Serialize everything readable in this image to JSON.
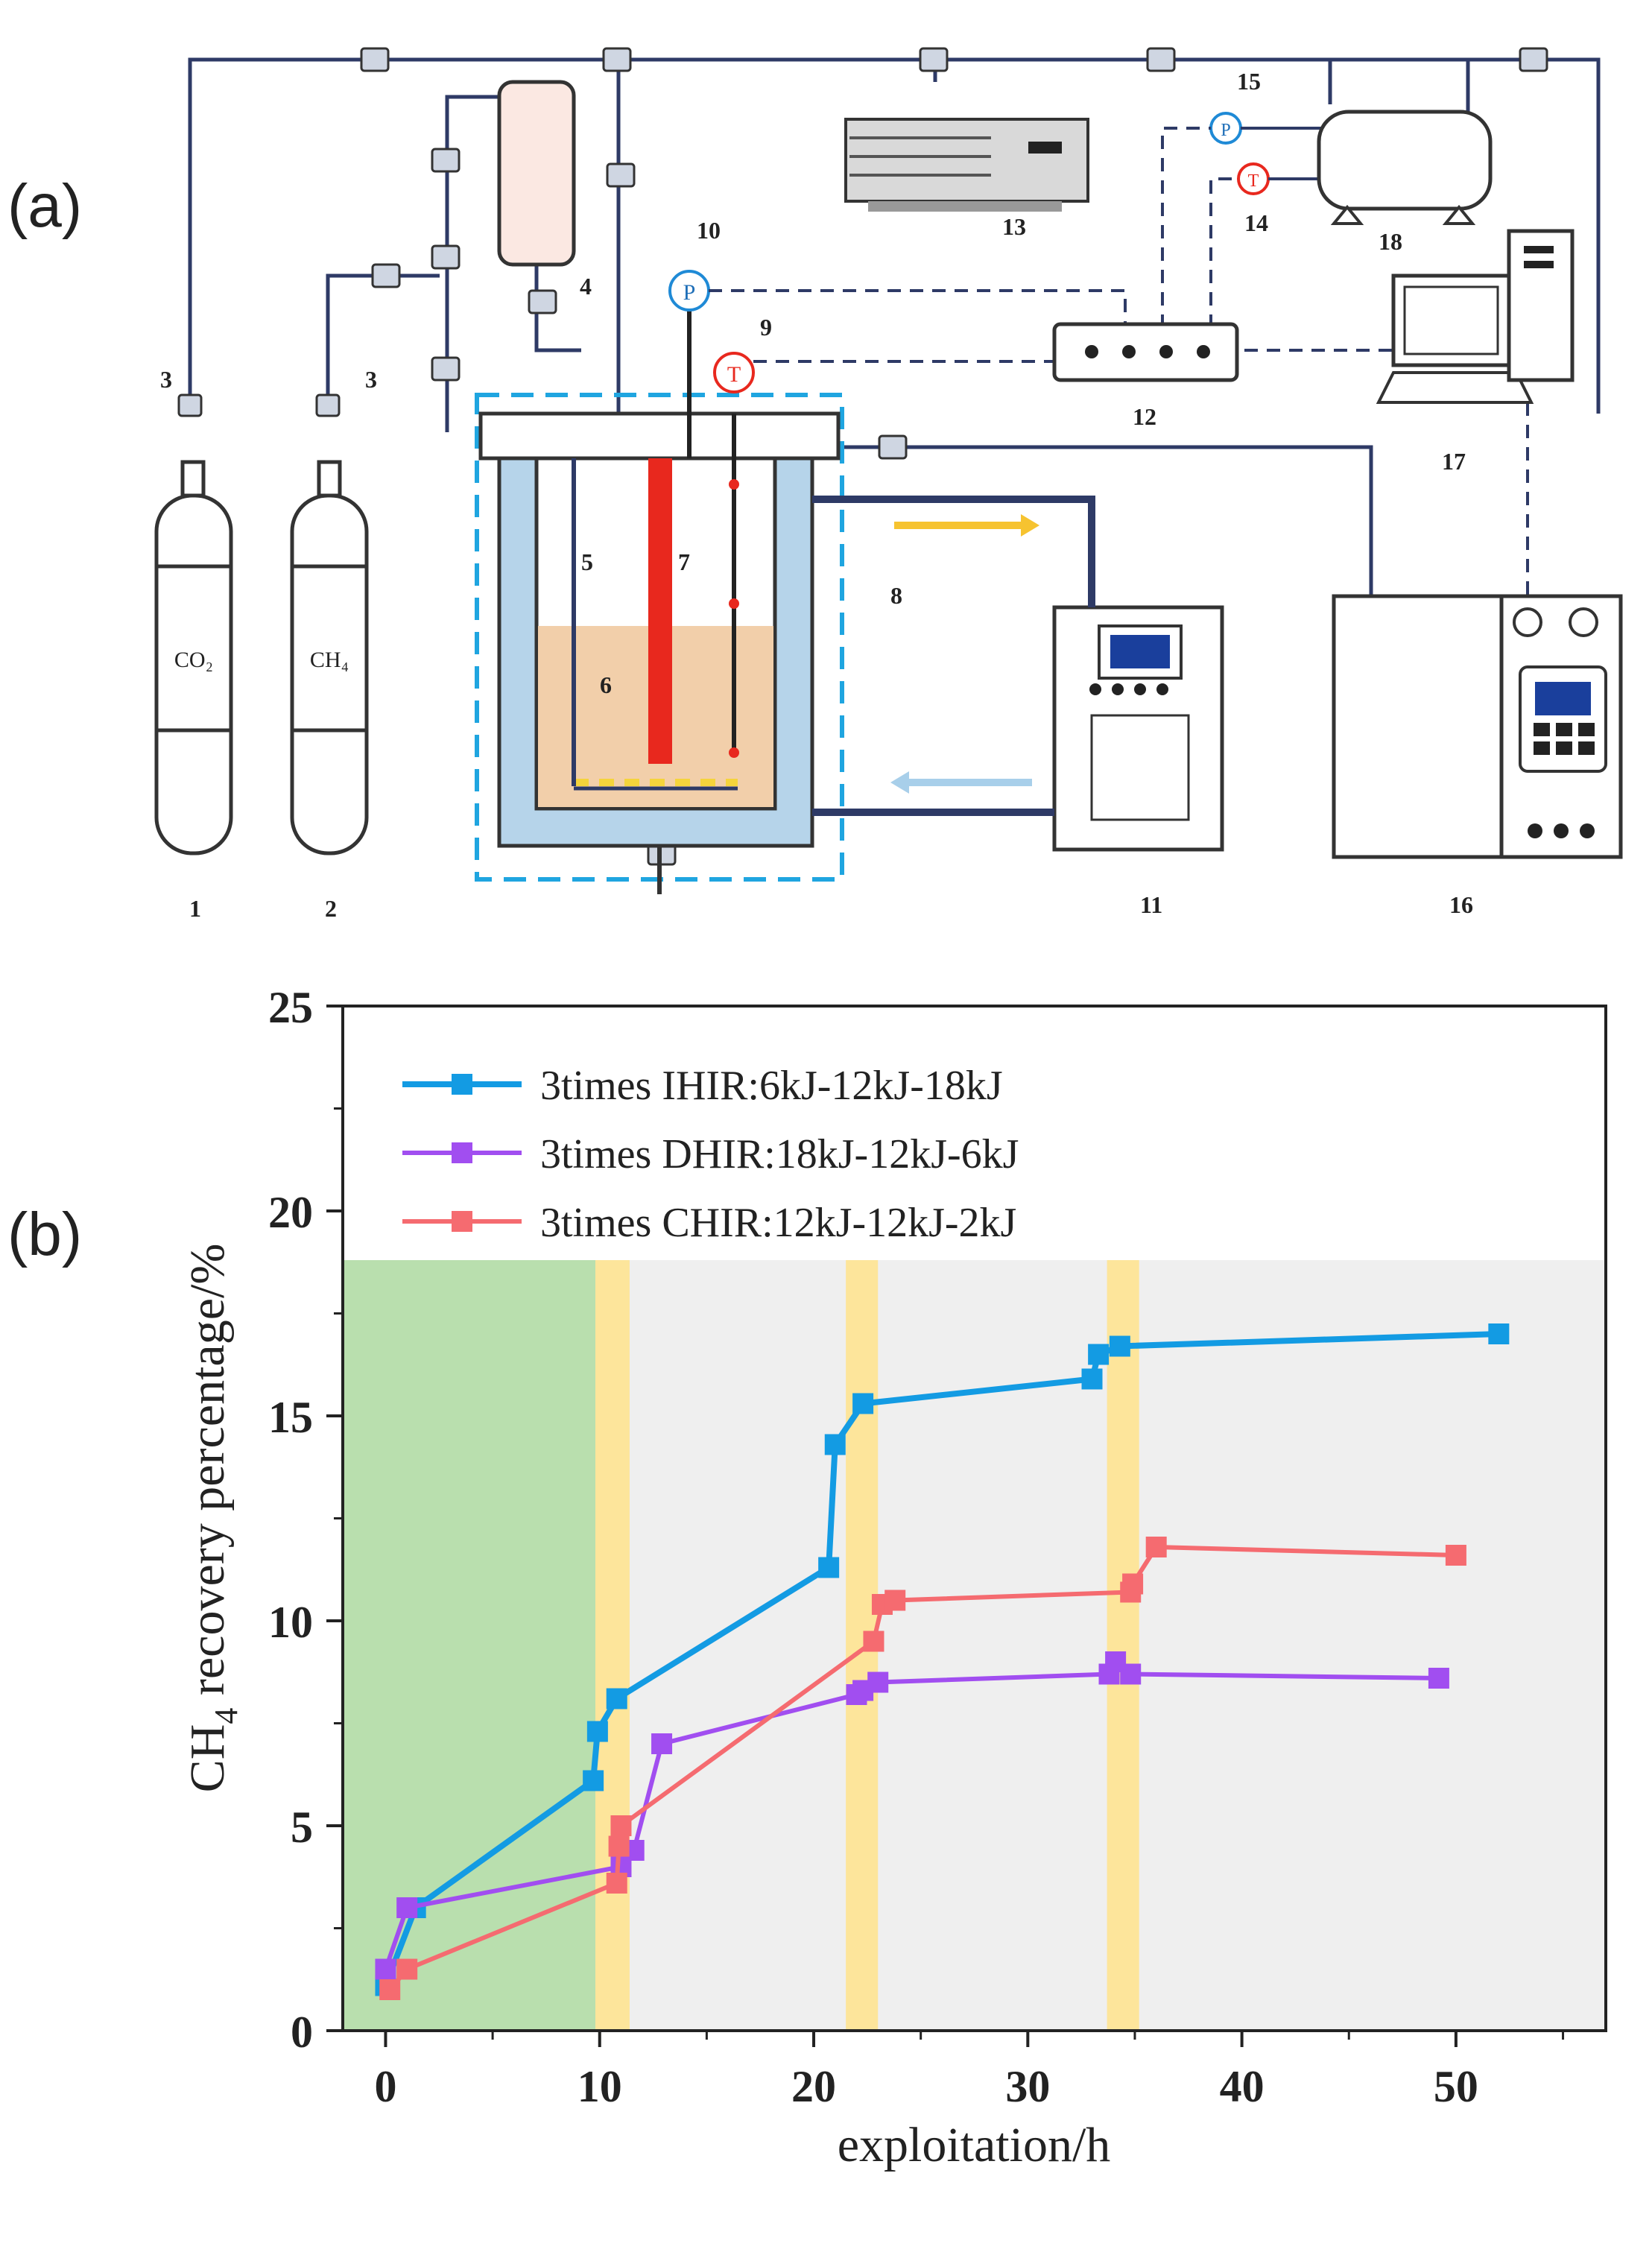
{
  "panel_a": {
    "label": "(a)",
    "cylinders": [
      {
        "id": "1",
        "gas": "CO₂"
      },
      {
        "id": "2",
        "gas": "CH₄"
      }
    ],
    "component_numbers": [
      "3",
      "3",
      "4",
      "5",
      "6",
      "7",
      "8",
      "9",
      "10",
      "11",
      "12",
      "13",
      "14",
      "15",
      "16",
      "17",
      "18"
    ],
    "sensors": {
      "pressure": "P",
      "temperature": "T"
    }
  },
  "panel_b": {
    "label": "(b)"
  },
  "chart_data": {
    "type": "line",
    "xlabel": "exploitation/h",
    "ylabel_main": "CH",
    "ylabel_sub": "4",
    "ylabel_rest": " recovery percentage/%",
    "xlim": [
      -2,
      57
    ],
    "ylim": [
      0,
      25
    ],
    "xticks": [
      0,
      10,
      20,
      30,
      40,
      50
    ],
    "yticks": [
      0,
      5,
      10,
      15,
      20,
      25
    ],
    "grid": false,
    "legend_position": "top-left",
    "background_regions": [
      {
        "x": [
          -2,
          9.8
        ],
        "y": [
          0,
          18.8
        ],
        "color": "#b9dfae"
      },
      {
        "x": [
          9.8,
          57
        ],
        "y": [
          0,
          18.8
        ],
        "color": "#efefef"
      },
      {
        "x": [
          9.8,
          11.4
        ],
        "y": [
          0,
          18.8
        ],
        "color": "#fde59b"
      },
      {
        "x": [
          21.5,
          23
        ],
        "y": [
          0,
          18.8
        ],
        "color": "#fde59b"
      },
      {
        "x": [
          33.7,
          35.2
        ],
        "y": [
          0,
          18.8
        ],
        "color": "#fde59b"
      }
    ],
    "series": [
      {
        "name": "3times IHIR:6kJ-12kJ-18kJ",
        "color": "#139be3",
        "x": [
          0,
          1.4,
          9.7,
          9.9,
          10.8,
          20.7,
          21,
          22.3,
          33,
          33.3,
          34.3,
          52
        ],
        "y": [
          1.1,
          3.0,
          6.1,
          7.3,
          8.1,
          11.3,
          14.3,
          15.3,
          15.9,
          16.5,
          16.7,
          17.0
        ]
      },
      {
        "name": "3times DHIR:18kJ-12kJ-6kJ",
        "color": "#a14ef0",
        "x": [
          0,
          1,
          11,
          11.6,
          12.9,
          22,
          22.3,
          23,
          33.8,
          34.1,
          34.8,
          49.2
        ],
        "y": [
          1.5,
          3.0,
          4.0,
          4.4,
          7.0,
          8.2,
          8.3,
          8.5,
          8.7,
          9.0,
          8.7,
          8.6
        ]
      },
      {
        "name": "3times CHIR:12kJ-12kJ-2kJ",
        "color": "#f56b70",
        "x": [
          0.2,
          1,
          10.8,
          10.9,
          11,
          22.8,
          23.2,
          23.8,
          34.8,
          34.9,
          36,
          50
        ],
        "y": [
          1.0,
          1.5,
          3.6,
          4.5,
          5.0,
          9.5,
          10.4,
          10.5,
          10.7,
          10.9,
          11.8,
          11.6
        ]
      }
    ]
  }
}
